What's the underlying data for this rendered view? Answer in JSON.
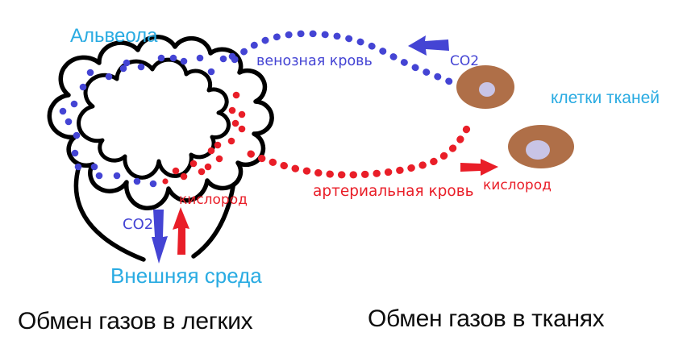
{
  "diagram": {
    "caption_left": "Обмен газов в легких",
    "caption_right": "Обмен газов в тканях",
    "labels": {
      "alveola": "Альвеола",
      "venous_blood": "венозная кровь",
      "co2_top": "CO2",
      "tissue_cells": "клетки тканей",
      "oxygen_right": "кислород",
      "arterial_blood": "артериальная кровь",
      "oxygen_left": "кислород",
      "co2_bottom": "CO2",
      "external_environment": "Внешняя среда"
    },
    "colors": {
      "cyan_label": "#29ABE2",
      "venous_blue": "#4444D4",
      "arterial_red": "#E91E28",
      "cell_body_brown": "#AF6F48",
      "cell_nucleus_lavender": "#C8C4E6",
      "outline_black": "#000000",
      "caption_black": "#0D0D0D",
      "background": "#FFFFFF"
    }
  }
}
